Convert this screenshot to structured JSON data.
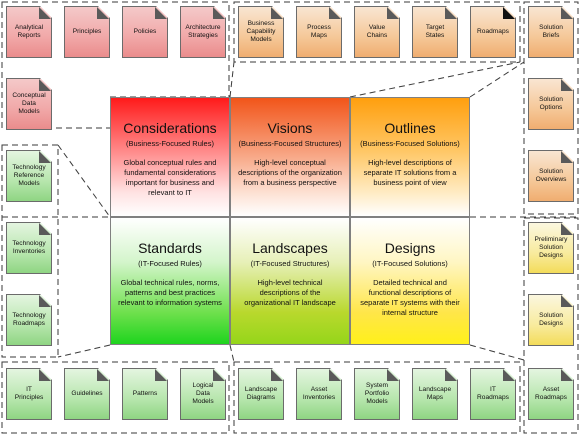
{
  "grid": {
    "considerations": {
      "title": "Considerations",
      "subtitle": "(Business-Focused Rules)",
      "description": "Global conceptual rules and fundamental considerations important for business and relevant to IT"
    },
    "visions": {
      "title": "Visions",
      "subtitle": "(Business-Focused Structures)",
      "description": "High-level conceptual descriptions of the organization from a business perspective"
    },
    "outlines": {
      "title": "Outlines",
      "subtitle": "(Business-Focused Solutions)",
      "description": "High-level descriptions of separate IT solutions from a business point of view"
    },
    "standards": {
      "title": "Standards",
      "subtitle": "(IT-Focused Rules)",
      "description": "Global technical rules, norms, patterns and best practices relevant to information systems"
    },
    "landscapes": {
      "title": "Landscapes",
      "subtitle": "(IT-Focused Structures)",
      "description": "High-level technical descriptions of the organizational IT landscape"
    },
    "designs": {
      "title": "Designs",
      "subtitle": "(IT-Focused Solutions)",
      "description": "Detailed technical and functional descriptions of separate IT systems with their internal structure"
    }
  },
  "documents": {
    "analytical_reports": "Analytical\nReports",
    "principles": "Principles",
    "policies": "Policies",
    "architecture_strategies": "Architecture\nStrategies",
    "business_capability_models": "Business\nCapability\nModels",
    "process_maps": "Process\nMaps",
    "value_chains": "Value\nChains",
    "target_states": "Target\nStates",
    "roadmaps": "Roadmaps",
    "solution_briefs": "Solution\nBriefs",
    "conceptual_data_models": "Conceptual\nData\nModels",
    "technology_reference_models": "Technology\nReference\nModels",
    "technology_inventories": "Technology\nInventories",
    "technology_roadmaps": "Technology\nRoadmaps",
    "solution_options": "Solution\nOptions",
    "solution_overviews": "Solution\nOverviews",
    "preliminary_solution_designs": "Preliminary\nSolution\nDesigns",
    "solution_designs": "Solution\nDesigns",
    "it_principles": "IT\nPrinciples",
    "guidelines": "Guidelines",
    "patterns": "Patterns",
    "logical_data_models": "Logical\nData\nModels",
    "landscape_diagrams": "Landscape\nDiagrams",
    "asset_inventories": "Asset\nInventories",
    "system_portfolio_models": "System\nPortfolio\nModels",
    "landscape_maps": "Landscape\nMaps",
    "it_roadmaps": "IT\nRoadmaps",
    "asset_roadmaps": "Asset\nRoadmaps"
  },
  "colors": {
    "red": "#ff1a1a",
    "orange": "#f2551a",
    "amber": "#ff9f0e",
    "green": "#1ed41e",
    "lime": "#95d61a",
    "yellow": "#fff01a",
    "fold": "#5a5a5a"
  },
  "icons": {
    "document": "folded-corner-document-icon"
  }
}
